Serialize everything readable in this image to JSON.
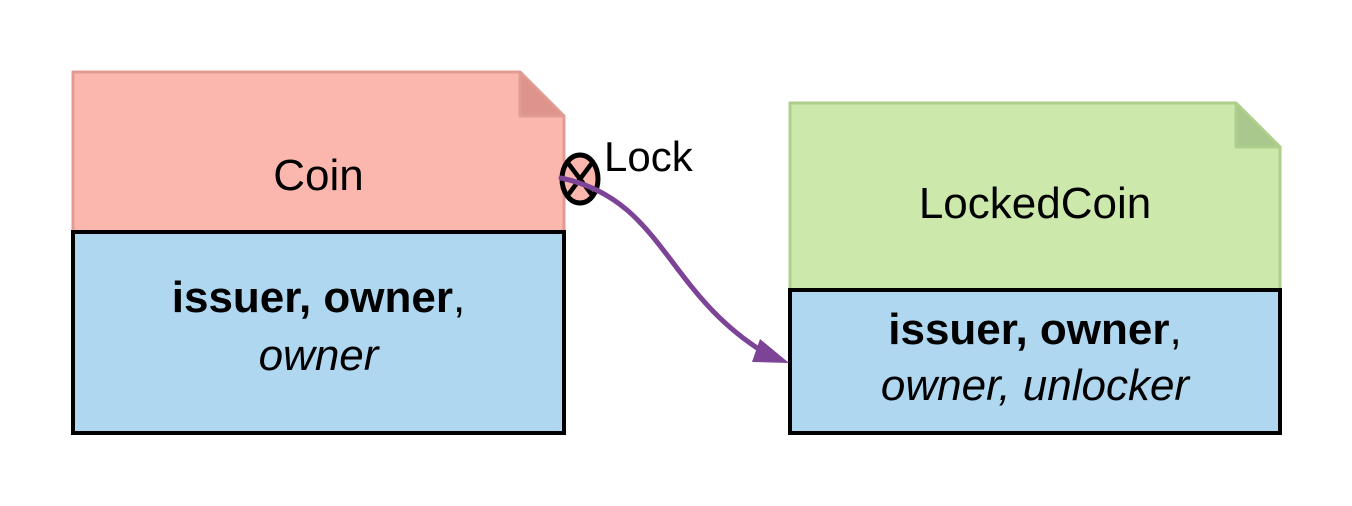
{
  "diagram": {
    "background": "#ffffff",
    "colors": {
      "coin_header_fill": "#FBB7AE",
      "coin_header_stroke": "#E09B93",
      "coin_fold_fill": "#DE948C",
      "locked_header_fill": "#CCE8AB",
      "locked_header_stroke": "#AECE8C",
      "locked_fold_fill": "#A8C88D",
      "body_fill": "#AFD7F0",
      "body_stroke": "#000000",
      "arrow_color": "#7D4397",
      "text_color": "#000000"
    },
    "coin_card": {
      "title": "Coin",
      "attrs_bold": "issuer, owner",
      "attrs_separator": ",",
      "attrs_italic": "owner"
    },
    "locked_card": {
      "title": "LockedCoin",
      "attrs_bold": "issuer, owner",
      "attrs_separator": ",",
      "attrs_italic": "owner, unlocker"
    },
    "connector": {
      "label": "Lock",
      "icon": "circled-x-icon"
    }
  }
}
